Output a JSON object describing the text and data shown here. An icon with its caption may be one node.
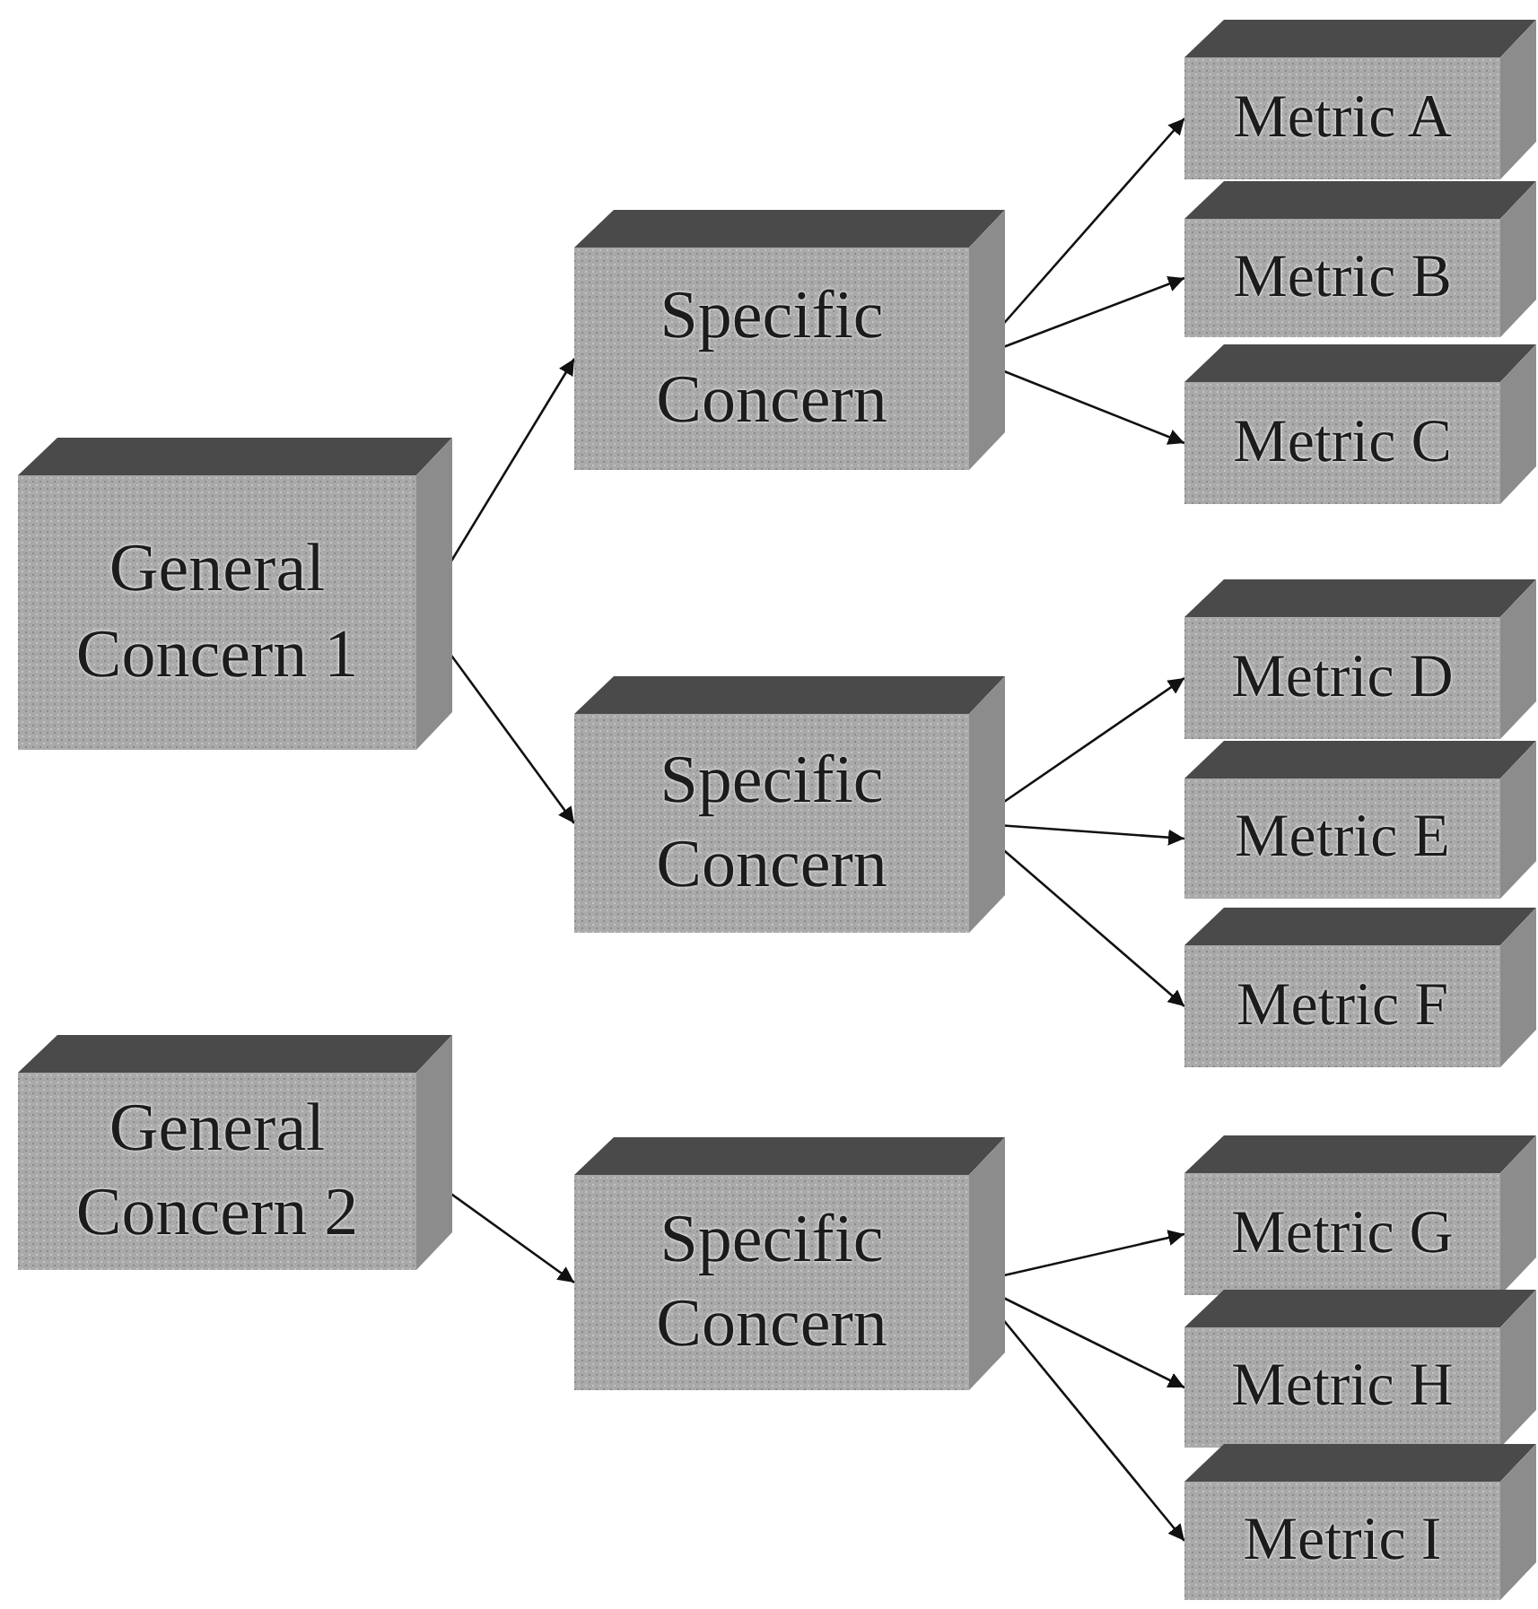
{
  "diagram": {
    "nodes": [
      {
        "text": [
          "General Concern 1"
        ]
      },
      {
        "text": [
          "Specific Concern"
        ]
      },
      {
        "text": [
          "Metric A"
        ]
      },
      {
        "text": [
          "Metric B"
        ]
      },
      {
        "text": [
          "Metric C"
        ]
      },
      {
        "text": [
          "Specific Concern"
        ]
      },
      {
        "text": [
          "Metric D"
        ]
      },
      {
        "text": [
          "Metric E"
        ]
      },
      {
        "text": [
          "Metric F"
        ]
      },
      {
        "text": [
          "General Concern 2"
        ]
      },
      {
        "text": [
          "Specific Concern"
        ]
      },
      {
        "text": [
          "Metric G"
        ]
      },
      {
        "text": [
          "Metric H"
        ]
      },
      {
        "text": [
          "Metric I"
        ]
      }
    ],
    "edges": [
      {
        "from": 0,
        "to": 1,
        "arrow": "to"
      },
      {
        "from": 0,
        "to": 5,
        "arrow": "to"
      },
      {
        "from": 1,
        "to": 2,
        "arrow": "to"
      },
      {
        "from": 1,
        "to": 3,
        "arrow": "to"
      },
      {
        "from": 1,
        "to": 4,
        "arrow": "to"
      },
      {
        "from": 5,
        "to": 6,
        "arrow": "to"
      },
      {
        "from": 5,
        "to": 7,
        "arrow": "to"
      },
      {
        "from": 5,
        "to": 8,
        "arrow": "to"
      },
      {
        "from": 9,
        "to": 10,
        "arrow": "to"
      },
      {
        "from": 10,
        "to": 11,
        "arrow": "to"
      },
      {
        "from": 10,
        "to": 12,
        "arrow": "to"
      },
      {
        "from": 10,
        "to": 13,
        "arrow": "to"
      }
    ]
  }
}
